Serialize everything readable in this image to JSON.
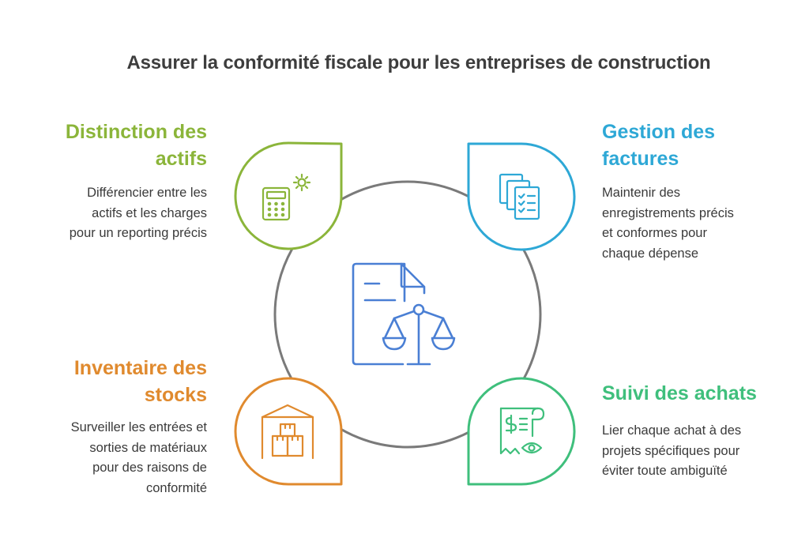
{
  "title": "Assurer la conformité fiscale pour les entreprises de construction",
  "colors": {
    "green": "#8bb53a",
    "blue": "#2ea8d6",
    "orange": "#e08a2e",
    "teal": "#3fbf7c",
    "center_icon": "#4a7fd4",
    "ring": "#7a7a7a"
  },
  "items": [
    {
      "heading_lines": [
        "Distinction des",
        "actifs"
      ],
      "desc_lines": [
        "Différencier entre les",
        "actifs et les charges",
        "pour un reporting précis"
      ],
      "icon": "calculator-gear-icon"
    },
    {
      "heading_lines": [
        "Gestion des",
        "factures"
      ],
      "desc_lines": [
        "Maintenir des",
        "enregistrements précis",
        "et conformes pour",
        "chaque dépense"
      ],
      "icon": "invoice-checklist-icon"
    },
    {
      "heading_lines": [
        "Inventaire des",
        "stocks"
      ],
      "desc_lines": [
        "Surveiller les entrées et",
        "sorties de matériaux",
        "pour des raisons de",
        "conformité"
      ],
      "icon": "warehouse-boxes-icon"
    },
    {
      "heading_lines": [
        "Suivi des achats"
      ],
      "desc_lines": [
        "Lier chaque achat à des",
        "projets spécifiques pour",
        "éviter toute ambiguïté"
      ],
      "icon": "receipt-eye-icon"
    }
  ],
  "center_icon": "document-scales-icon"
}
